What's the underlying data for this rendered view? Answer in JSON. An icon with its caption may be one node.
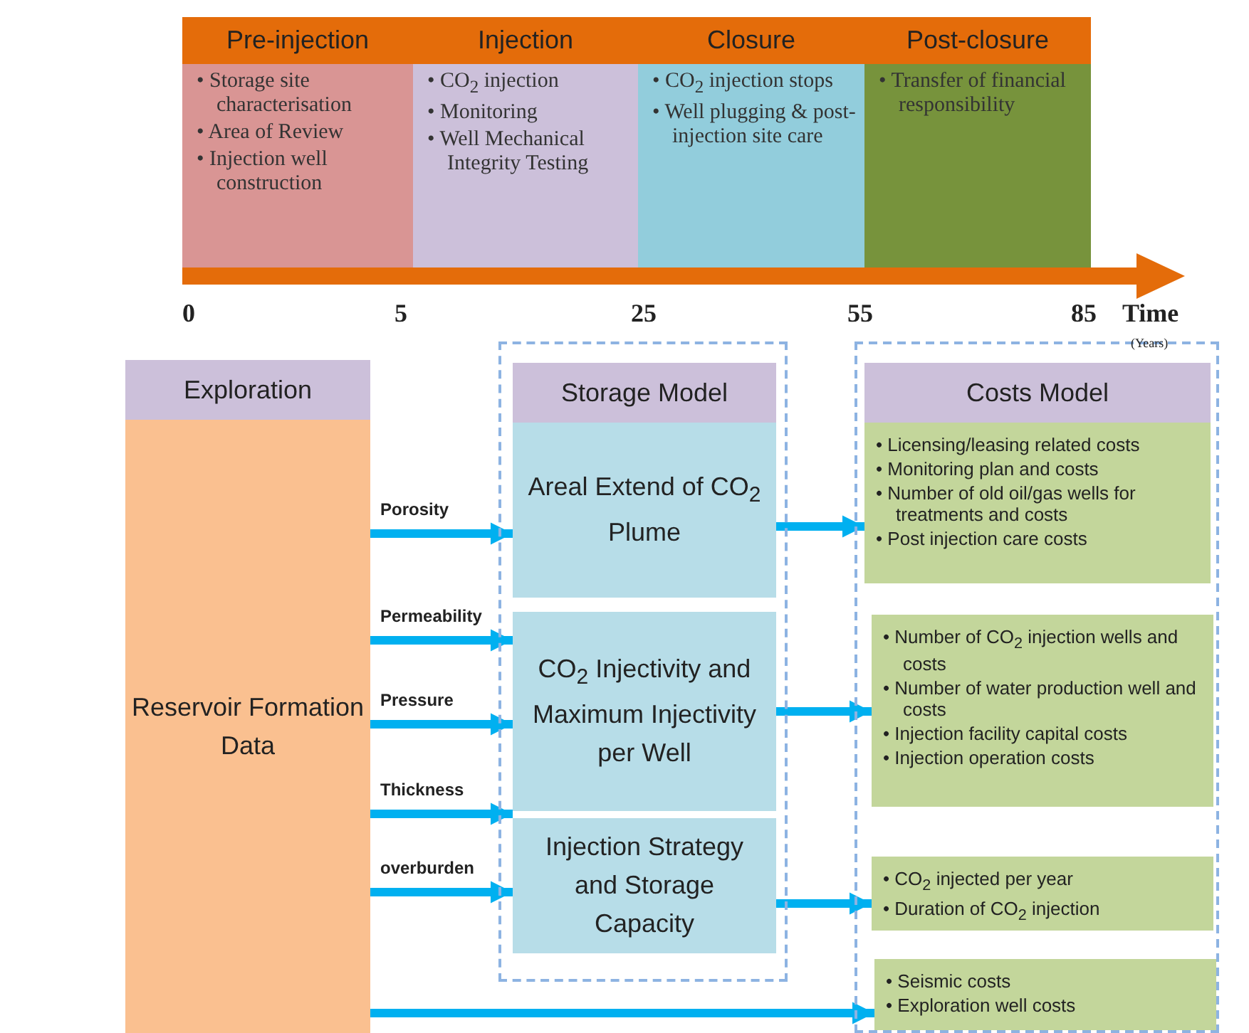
{
  "diagram": {
    "nodes": [
      {
        "text": [
          "Pre-injection",
          "• Storage site characterisation",
          "• Area of Review",
          "• Injection well construction"
        ]
      },
      {
        "text": [
          "Injection",
          "• CO$_{2}$ injection",
          "• Monitoring",
          "• Well Mechanical Integrity Testing"
        ]
      },
      {
        "text": [
          "Closure",
          "• CO$_{2}$ injection stops",
          "• Well plugging & post-injection site care"
        ]
      },
      {
        "text": [
          "Post-closure",
          "• Transfer of financial responsibility"
        ]
      },
      {
        "text": [
          "Exploration",
          "Reservoir Formation Data"
        ]
      },
      {
        "text": [
          "Storage Model"
        ]
      },
      {
        "text": [
          "Areal Extend of CO$_{2}$ Plume"
        ],
        "in": 5
      },
      {
        "text": [
          "CO$_{2}$ Injectivity and Maximum Injectivity per Well"
        ],
        "in": 5
      },
      {
        "text": [
          "Injection Strategy and Storage Capacity"
        ],
        "in": 5
      },
      {
        "text": [
          "Costs Model"
        ]
      },
      {
        "text": [
          "• Licensing/leasing related costs",
          "• Monitoring plan and costs",
          "• Number of old oil/gas wells for treatments and costs",
          "• Post injection care costs"
        ],
        "in": 9
      },
      {
        "text": [
          "• Number of CO$_{2}$ injection wells and costs",
          "• Number of water production well and costs",
          "• Injection facility capital costs",
          "• Injection operation costs"
        ],
        "in": 9
      },
      {
        "text": [
          "• CO$_{2}$ injected per year",
          "• Duration of CO$_{2}$ injection"
        ],
        "in": 9
      },
      {
        "text": [
          "• Seismic costs",
          "• Exploration well costs"
        ],
        "in": 9
      }
    ],
    "edges": [
      {
        "from": 4,
        "to": 6,
        "arrow": "to",
        "label": "Porosity"
      },
      {
        "from": 4,
        "to": 7,
        "arrow": "to",
        "label": "Permeability"
      },
      {
        "from": 4,
        "to": 7,
        "arrow": "to",
        "label": "Pressure"
      },
      {
        "from": 4,
        "to": 8,
        "arrow": "to",
        "label": "Thickness"
      },
      {
        "from": 4,
        "to": 8,
        "arrow": "to",
        "label": "overburden"
      },
      {
        "from": 6,
        "to": 10,
        "arrow": "to"
      },
      {
        "from": 7,
        "to": 11,
        "arrow": "to"
      },
      {
        "from": 8,
        "to": 12,
        "arrow": "to"
      },
      {
        "from": 4,
        "to": 13,
        "arrow": "to"
      }
    ],
    "labels": [
      "0",
      "5",
      "25",
      "55",
      "85",
      "Time",
      "(Years)"
    ]
  }
}
